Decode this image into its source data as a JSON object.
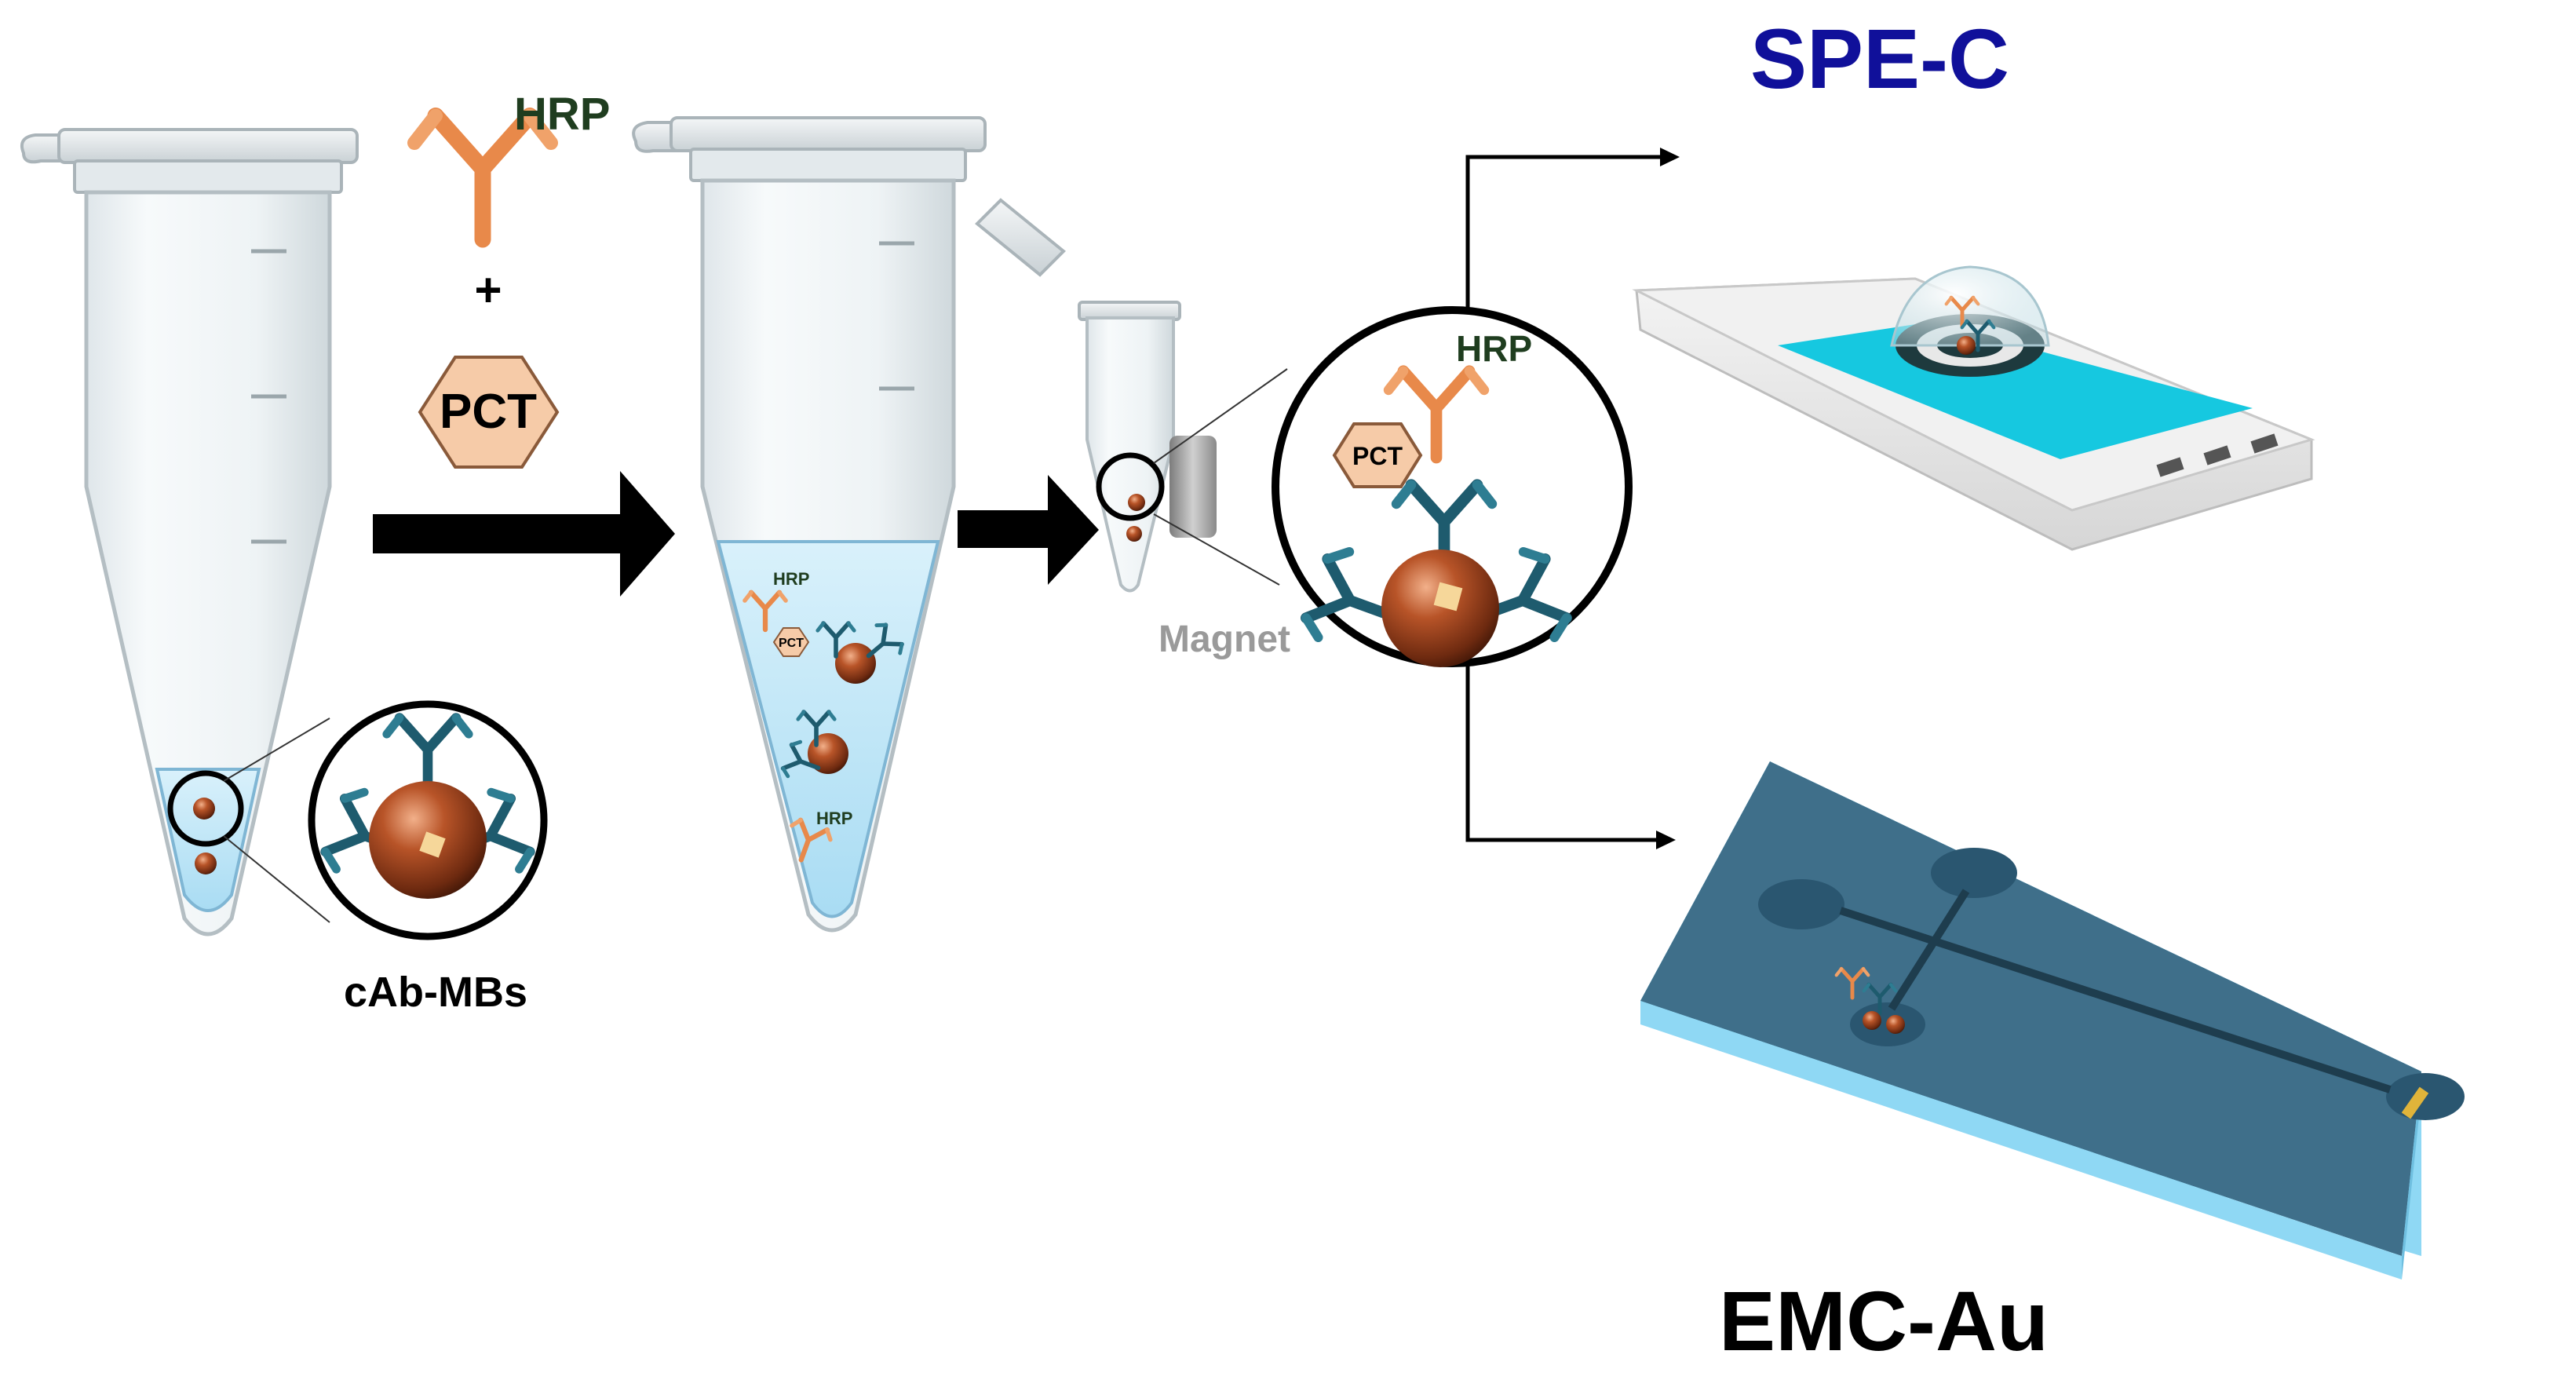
{
  "labels": {
    "hrp": "HRP",
    "plus": "+",
    "pct": "PCT",
    "cab_mbs": "cAb-MBs",
    "magnet": "Magnet",
    "spe_c": "SPE-C",
    "emc_au": "EMC-Au"
  },
  "colors": {
    "detection_antibody": "#E8894A",
    "capture_antibody": "#1E5B6E",
    "magnetic_bead": "#A84420",
    "pct_fill": "#F6CBA8",
    "hrp_text": "#1F3D1F",
    "spe_title": "#10109A",
    "spe_ink": "#16C8E0",
    "chip_body": "#3F6F8A",
    "chip_edge": "#8FD8F4",
    "tube_liquid": "#CBEAF8",
    "arrow": "#000000",
    "magnet_label": "#9A9A9A"
  }
}
